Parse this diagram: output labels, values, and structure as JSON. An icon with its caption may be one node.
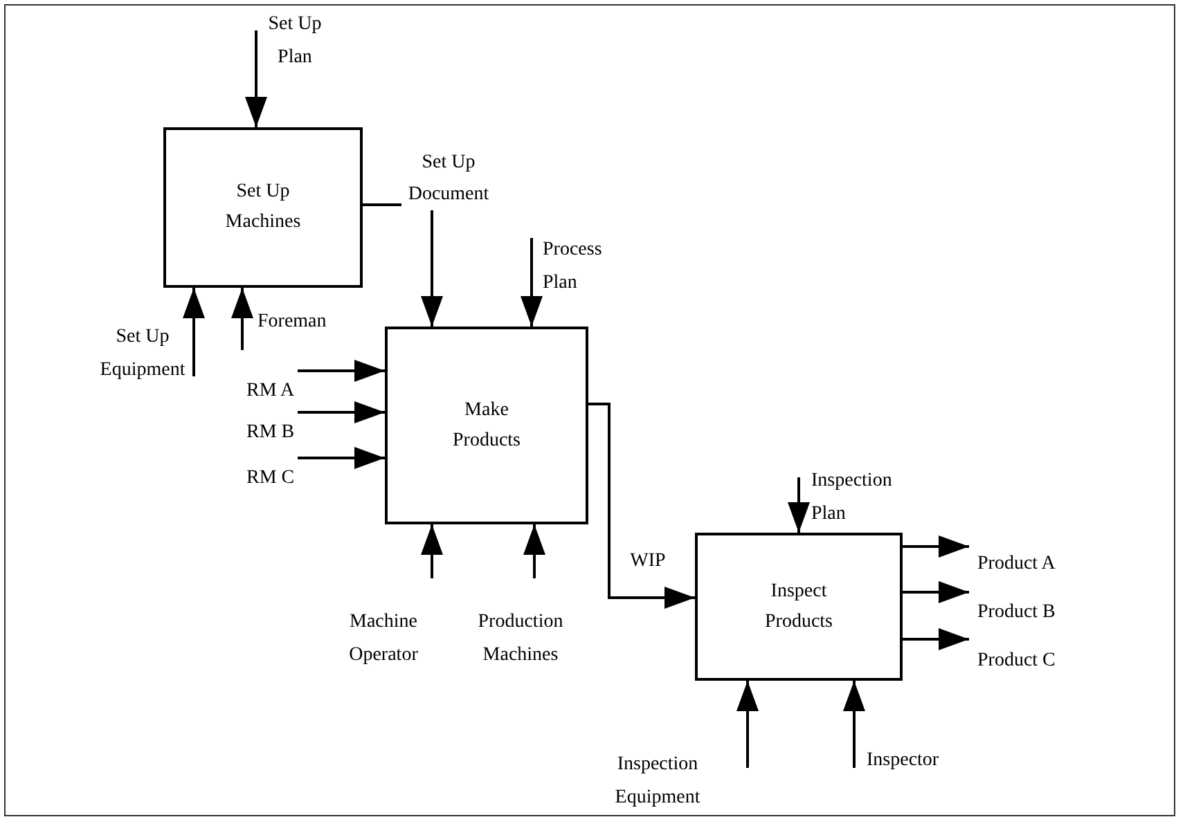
{
  "diagram": {
    "nodes": [
      {
        "text": [
          "Set Up Plan"
        ]
      },
      {
        "text": [
          "Set Up Machines"
        ]
      },
      {
        "text": [
          "Process Plan"
        ]
      },
      {
        "text": [
          "Set Up Equipment"
        ]
      },
      {
        "text": [
          "Foreman"
        ]
      },
      {
        "text": [
          "RM A"
        ]
      },
      {
        "text": [
          "RM B"
        ]
      },
      {
        "text": [
          "RM C"
        ]
      },
      {
        "text": [
          "Make Products"
        ]
      },
      {
        "text": [
          "Machine Operator"
        ]
      },
      {
        "text": [
          "Production Machines"
        ]
      },
      {
        "text": [
          "Inspection Plan"
        ]
      },
      {
        "text": [
          "Inspect Products"
        ]
      },
      {
        "text": [
          "Product A"
        ]
      },
      {
        "text": [
          "Product B"
        ]
      },
      {
        "text": [
          "Product C"
        ]
      },
      {
        "text": [
          "Inspection Equipment"
        ]
      },
      {
        "text": [
          "Inspector"
        ]
      }
    ],
    "edges": [
      {
        "from": 0,
        "to": 1,
        "arrow": "to"
      },
      {
        "from": 1,
        "to": 8,
        "arrow": "to",
        "label": "Set Up Document"
      },
      {
        "from": 2,
        "to": 8,
        "arrow": "to"
      },
      {
        "from": 3,
        "to": 1,
        "arrow": "to"
      },
      {
        "from": 4,
        "to": 1,
        "arrow": "to"
      },
      {
        "from": 5,
        "to": 8,
        "arrow": "to"
      },
      {
        "from": 6,
        "to": 8,
        "arrow": "to"
      },
      {
        "from": 7,
        "to": 8,
        "arrow": "to"
      },
      {
        "from": 9,
        "to": 8,
        "arrow": "to"
      },
      {
        "from": 10,
        "to": 8,
        "arrow": "to"
      },
      {
        "from": 8,
        "to": 12,
        "arrow": "to",
        "label": "WIP"
      },
      {
        "from": 11,
        "to": 12,
        "arrow": "to"
      },
      {
        "from": 12,
        "to": 13,
        "arrow": "to"
      },
      {
        "from": 12,
        "to": 14,
        "arrow": "to"
      },
      {
        "from": 12,
        "to": 15,
        "arrow": "to"
      },
      {
        "from": 16,
        "to": 12,
        "arrow": "to"
      },
      {
        "from": 17,
        "to": 12,
        "arrow": "to"
      }
    ]
  }
}
